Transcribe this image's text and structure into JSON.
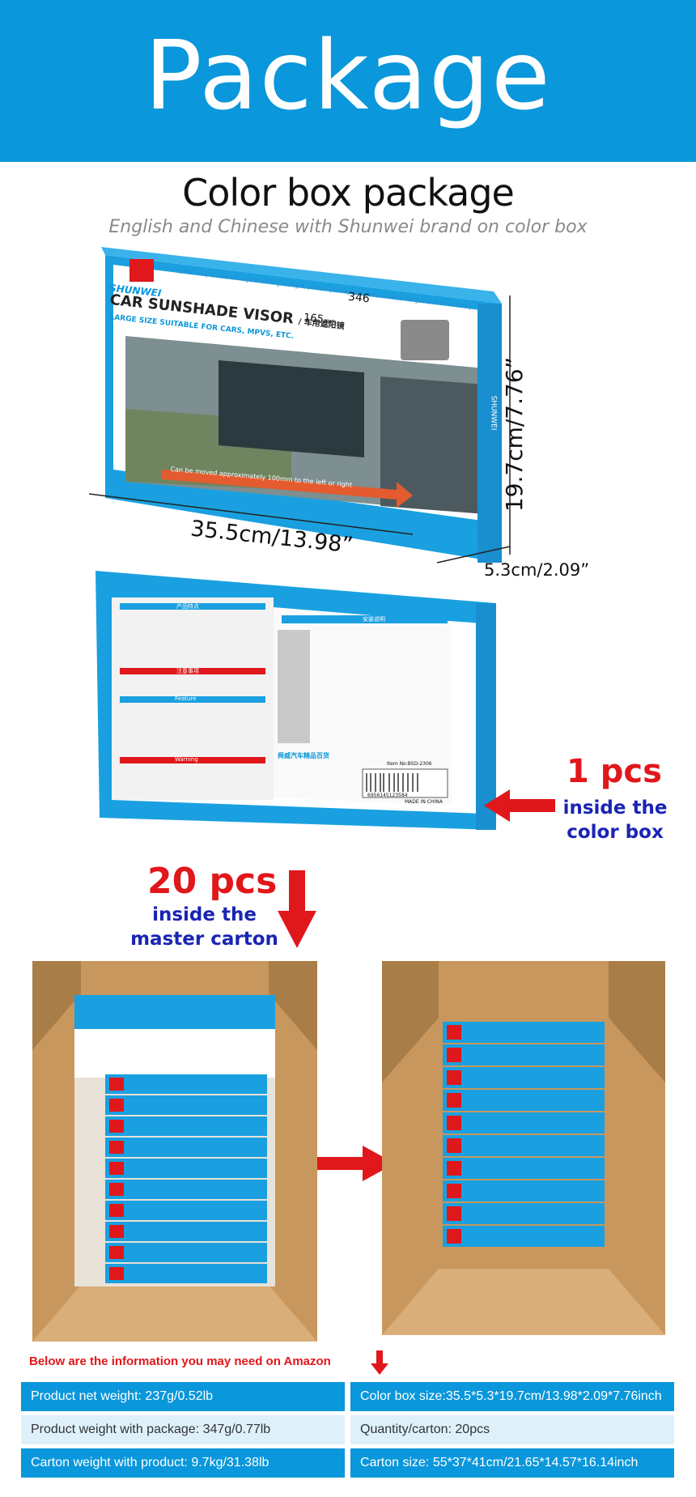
{
  "header": {
    "title": "Package",
    "color": "#0a97db"
  },
  "section": {
    "title": "Color box package",
    "note": "English and Chinese  with Shunwei brand on color box"
  },
  "box_front": {
    "brand": "SHUNWEI",
    "tagline": "Effectively isolate UV rays or strong sunlight, protect your eyes to relieve visual fatigue and drive safely",
    "product_name": "CAR SUNSHADE VISOR",
    "product_name_cn": "/ 车用遮阳镜",
    "subtitle": "LARGE SIZE SUITABLE FOR CARS, MPVS, ETC.",
    "size_w": "346",
    "size_h": "165",
    "size_unit": "mm",
    "arrow_text": "Can be moved approximately 100mm to the left or right",
    "side_brand": "SHUNWEI"
  },
  "dimensions": {
    "length": "35.5cm/13.98”",
    "height": "19.7cm/7.76”",
    "depth": "5.3cm/2.09”"
  },
  "box_back": {
    "heading_features": "产品特点",
    "heading_notes": "注意事项",
    "heading_feature_en": "Feature",
    "heading_warning": "Warning",
    "heading_install": "安装说明",
    "company": "舜威汽车精品百货",
    "item_no": "Item No:BSD-2306",
    "barcode": "6956145123584",
    "made_in": "MADE IN CHINA"
  },
  "callouts": {
    "one_count": "1 pcs",
    "one_line1": "inside the",
    "one_line2": "color box",
    "twenty_count": "20 pcs",
    "twenty_line1": "inside the",
    "twenty_line2": "master carton"
  },
  "info": {
    "title": "Below are the information you may need on Amazon",
    "rows": [
      {
        "left": "Product net weight: 237g/0.52lb",
        "right": "Color box size:35.5*5.3*19.7cm/13.98*2.09*7.76inch"
      },
      {
        "left": "Product weight with package: 347g/0.77lb",
        "right": "Quantity/carton:   20pcs"
      },
      {
        "left": "Carton weight with product: 9.7kg/31.38lb",
        "right": "Carton size: 55*37*41cm/21.65*14.57*16.14inch"
      }
    ]
  },
  "colors": {
    "accent_blue": "#0a97db",
    "red": "#e0171b",
    "navy": "#1a24b4",
    "cardboard": "#c89a63"
  }
}
